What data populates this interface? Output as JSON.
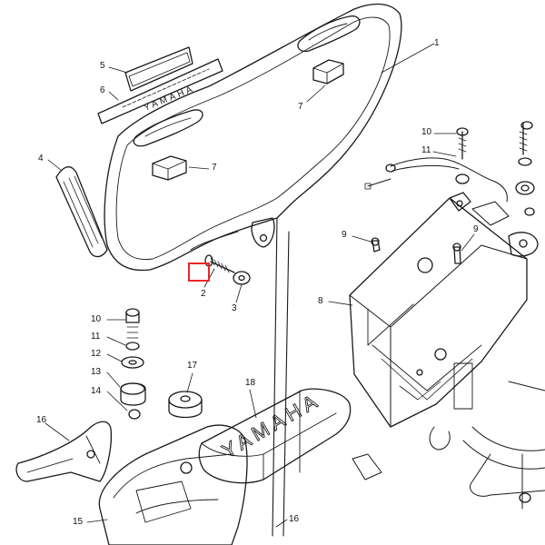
{
  "diagram": {
    "callouts": [
      {
        "id": "c1",
        "text": "1"
      },
      {
        "id": "c2",
        "text": "2"
      },
      {
        "id": "c3",
        "text": "3"
      },
      {
        "id": "c4",
        "text": "4"
      },
      {
        "id": "c5",
        "text": "5"
      },
      {
        "id": "c6",
        "text": "6"
      },
      {
        "id": "c7a",
        "text": "7"
      },
      {
        "id": "c7b",
        "text": "7"
      },
      {
        "id": "c8",
        "text": "8"
      },
      {
        "id": "c9a",
        "text": "9"
      },
      {
        "id": "c9b",
        "text": "9"
      },
      {
        "id": "c10a",
        "text": "10"
      },
      {
        "id": "c10b",
        "text": "10"
      },
      {
        "id": "c11a",
        "text": "11"
      },
      {
        "id": "c11b",
        "text": "11"
      },
      {
        "id": "c12",
        "text": "12"
      },
      {
        "id": "c13",
        "text": "13"
      },
      {
        "id": "c14",
        "text": "14"
      },
      {
        "id": "c15",
        "text": "15"
      },
      {
        "id": "c16a",
        "text": "16"
      },
      {
        "id": "c16b",
        "text": "16"
      },
      {
        "id": "c17",
        "text": "17"
      },
      {
        "id": "c18",
        "text": "18"
      }
    ],
    "emblem_text": "YAMAHA",
    "decal_text": "YAMAHA",
    "highlight_color": "#e8262a",
    "line_color": "#1a1a1a"
  }
}
